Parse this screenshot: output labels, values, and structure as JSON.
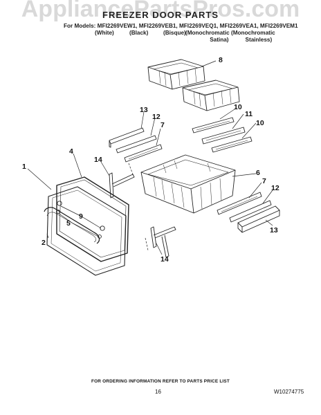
{
  "watermark": "AppliancePartsPros.com",
  "title": "FREEZER DOOR PARTS",
  "models_line": "For Models: MFI2269VEW1, MFI2269VEB1, MFI2269VEQ1, MFI2269VEA1, MFI2269VEM1",
  "variants": {
    "white": "(White)",
    "black": "(Black)",
    "bisque": "(Bisque)",
    "mono_satina_1": "(Monochromatic",
    "mono_satina_2": "Satina)",
    "mono_stainless_1": "(Monochromatic",
    "mono_stainless_2": "Stainless)"
  },
  "callouts": {
    "c1": "1",
    "c2": "2",
    "c4": "4",
    "c5": "5",
    "c6": "6",
    "c7a": "7",
    "c7b": "7",
    "c8": "8",
    "c9": "9",
    "c10a": "10",
    "c10b": "10",
    "c11": "11",
    "c12a": "12",
    "c12b": "12",
    "c13a": "13",
    "c13b": "13",
    "c14a": "14",
    "c14b": "14"
  },
  "footer_note": "FOR ORDERING INFORMATION REFER TO PARTS PRICE LIST",
  "page_number": "16",
  "doc_number": "W10274775"
}
